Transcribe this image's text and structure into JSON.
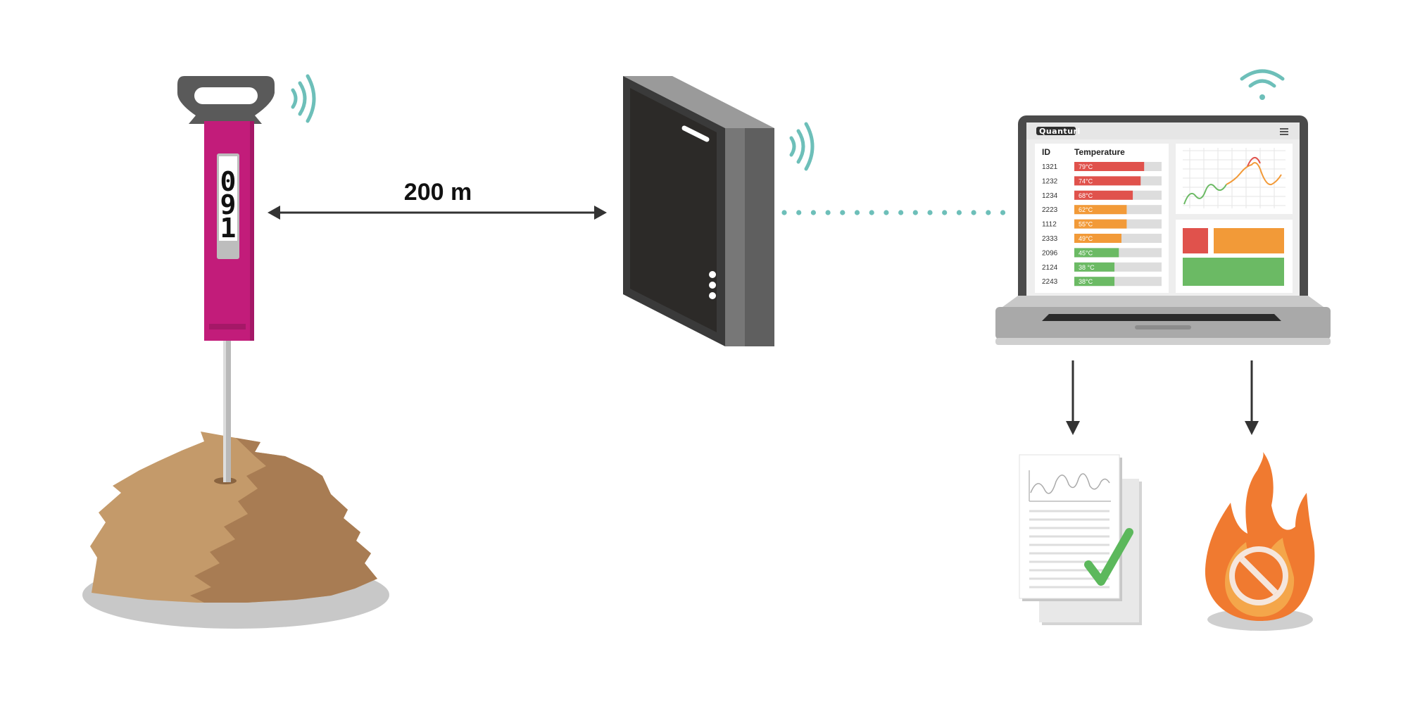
{
  "distance": {
    "label": "200 m"
  },
  "probe": {
    "digits": [
      "0",
      "9",
      "1"
    ]
  },
  "dashboard": {
    "brand": "Quanturi",
    "headers": {
      "id": "ID",
      "temperature": "Temperature"
    },
    "rows": [
      {
        "id": "1321",
        "temp": "79°C",
        "fill": 0.8,
        "status": "red"
      },
      {
        "id": "1232",
        "temp": "74°C",
        "fill": 0.76,
        "status": "red"
      },
      {
        "id": "1234",
        "temp": "68°C",
        "fill": 0.67,
        "status": "red"
      },
      {
        "id": "2223",
        "temp": "62°C",
        "fill": 0.6,
        "status": "orange"
      },
      {
        "id": "1112",
        "temp": "55°C",
        "fill": 0.6,
        "status": "orange"
      },
      {
        "id": "2333",
        "temp": "49°C",
        "fill": 0.54,
        "status": "orange"
      },
      {
        "id": "2096",
        "temp": "45°C",
        "fill": 0.51,
        "status": "green"
      },
      {
        "id": "2124",
        "temp": "38 °C",
        "fill": 0.46,
        "status": "green"
      },
      {
        "id": "2243",
        "temp": "38°C",
        "fill": 0.46,
        "status": "green"
      }
    ]
  },
  "colors": {
    "red": "#e0524c",
    "orange": "#f29a38",
    "green": "#6bba64",
    "magenta": "#c21c7a",
    "teal": "#6dbfb9",
    "track": "#dddddd"
  },
  "icons": {
    "probe": "probe-icon",
    "hay": "hay-pile-icon",
    "gateway": "gateway-icon",
    "laptop": "laptop-icon",
    "report": "report-check-icon",
    "fire": "fire-prevented-icon"
  }
}
